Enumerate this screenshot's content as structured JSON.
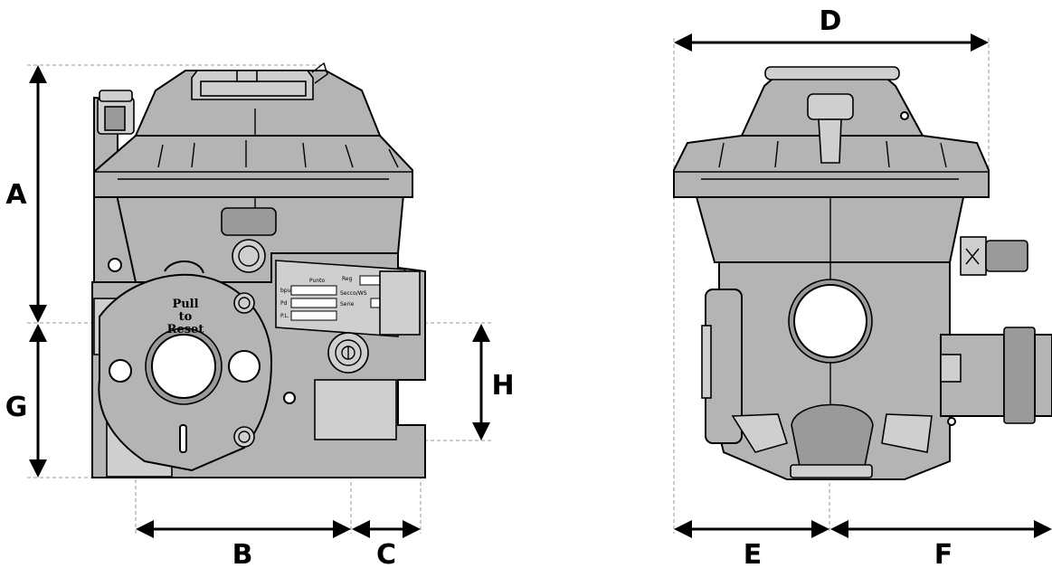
{
  "dimensions": {
    "A": "A",
    "B": "B",
    "C": "C",
    "D": "D",
    "E": "E",
    "F": "F",
    "G": "G",
    "H": "H"
  },
  "cap_label": {
    "line1": "Pull",
    "line2": "to",
    "line3": "Reset"
  },
  "nameplate": {
    "reg": "Reg",
    "bpu": "bpu",
    "pd": "Pd",
    "pl": "P.L.",
    "secco": "Secco/WS",
    "serie": "Serie",
    "punto": "Punto"
  },
  "colors": {
    "body": "#b4b4b4",
    "outline": "#000000",
    "dimension_line": "#000000",
    "extension_line": "#999999"
  }
}
